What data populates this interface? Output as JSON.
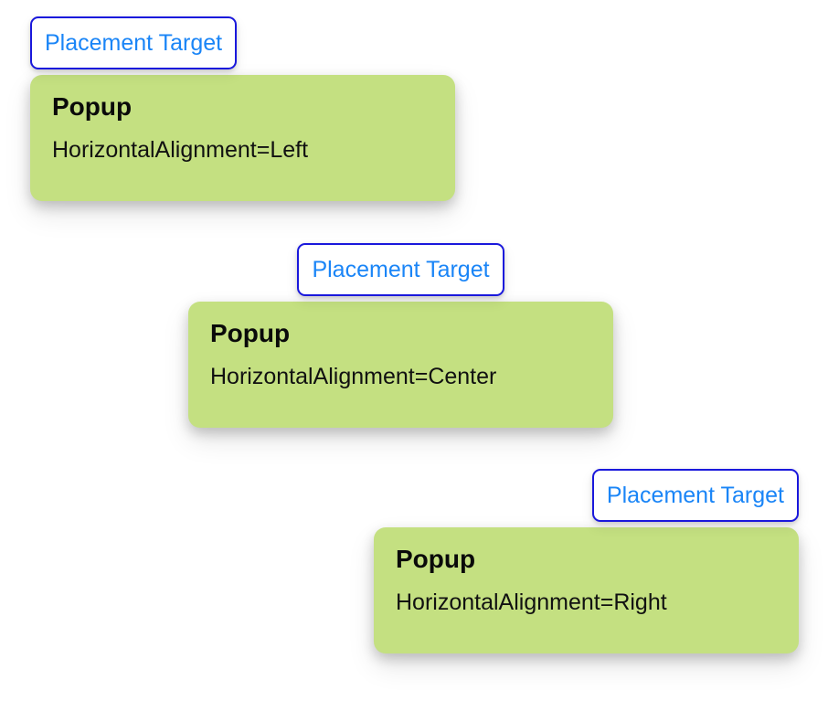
{
  "page": {
    "background_color": "#ffffff",
    "accent_border_color": "#1a18dc",
    "accent_text_color": "#1a85f7",
    "popup_background_color": "#c4e081",
    "popup_text_color": "#0a0a0a"
  },
  "groups": [
    {
      "id": "left",
      "alignment": "Left",
      "target": {
        "label": "Placement Target"
      },
      "popup": {
        "title": "Popup",
        "subtitle": "HorizontalAlignment=Left"
      }
    },
    {
      "id": "center",
      "alignment": "Center",
      "target": {
        "label": "Placement Target"
      },
      "popup": {
        "title": "Popup",
        "subtitle": "HorizontalAlignment=Center"
      }
    },
    {
      "id": "right",
      "alignment": "Right",
      "target": {
        "label": "Placement Target"
      },
      "popup": {
        "title": "Popup",
        "subtitle": "HorizontalAlignment=Right"
      }
    }
  ]
}
